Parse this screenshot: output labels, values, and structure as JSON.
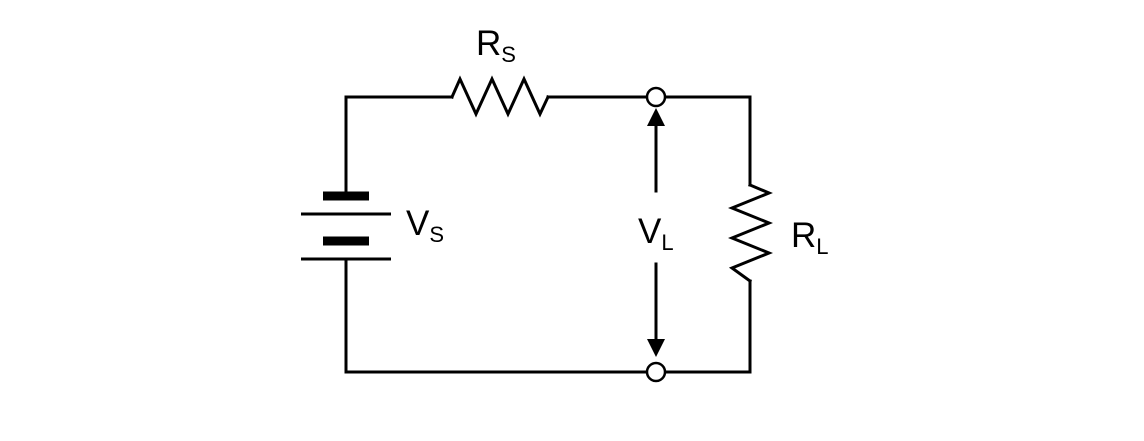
{
  "diagram": {
    "labels": {
      "source_resistor": {
        "main": "R",
        "sub": "S"
      },
      "source_voltage": {
        "main": "V",
        "sub": "S"
      },
      "load_voltage": {
        "main": "V",
        "sub": "L"
      },
      "load_resistor": {
        "main": "R",
        "sub": "L"
      }
    },
    "colors": {
      "stroke": "#000000",
      "background": "#ffffff"
    }
  }
}
